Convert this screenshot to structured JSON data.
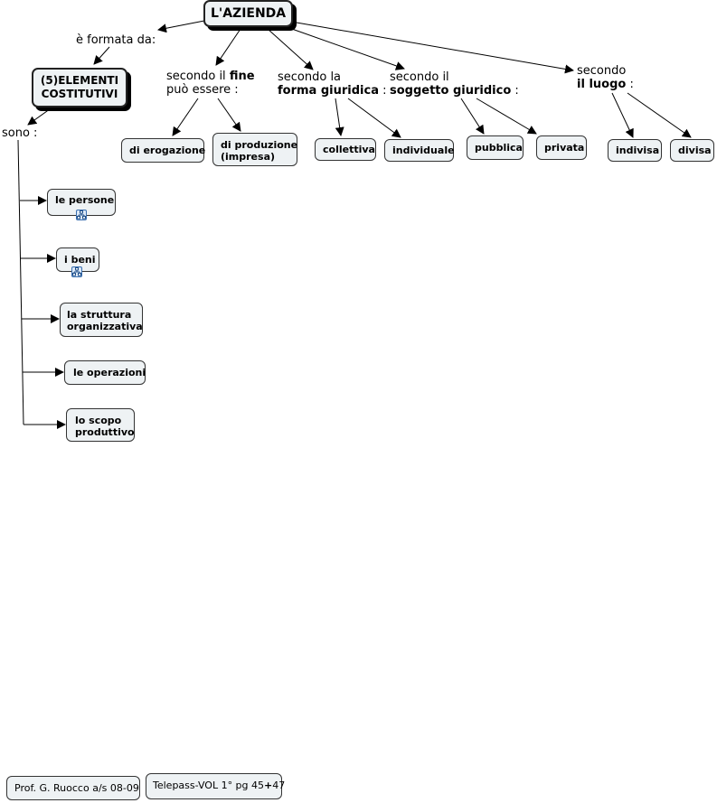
{
  "root": {
    "label": "L'AZIENDA"
  },
  "elements_branch": {
    "link_label": "è formata da:",
    "node_line1": "(5)ELEMENTI",
    "node_line2": "COSTITUTIVI",
    "sub_link_label": "sono :",
    "items": [
      {
        "line1": "le persone",
        "line2": "",
        "has_submap": true
      },
      {
        "line1": "i beni",
        "line2": "",
        "has_submap": true
      },
      {
        "line1": "la struttura",
        "line2": "organizzativa",
        "has_submap": false
      },
      {
        "line1": "le operazioni",
        "line2": "",
        "has_submap": false
      },
      {
        "line1": "lo scopo",
        "line2": "produttivo",
        "has_submap": false
      }
    ]
  },
  "classifications": [
    {
      "prefix": "secondo il ",
      "bold": "fine",
      "line2": "può essere :",
      "line2_bold": "",
      "line2_suffix": "",
      "children": [
        {
          "line1": "di erogazione",
          "line2": ""
        },
        {
          "line1": "di produzione",
          "line2": "(impresa)"
        }
      ]
    },
    {
      "prefix": "secondo la",
      "bold": "",
      "line2": "",
      "line2_bold": "forma giuridica",
      "line2_suffix": " :",
      "children": [
        {
          "line1": "collettiva",
          "line2": ""
        },
        {
          "line1": "individuale",
          "line2": ""
        }
      ]
    },
    {
      "prefix": "secondo il",
      "bold": "",
      "line2": "",
      "line2_bold": "soggetto giuridico",
      "line2_suffix": " :",
      "children": [
        {
          "line1": "pubblica",
          "line2": ""
        },
        {
          "line1": "privata",
          "line2": ""
        }
      ]
    },
    {
      "prefix": "secondo",
      "bold": "",
      "line2": "",
      "line2_bold": "il luogo",
      "line2_suffix": " :",
      "children": [
        {
          "line1": "indivisa",
          "line2": ""
        },
        {
          "line1": "divisa",
          "line2": ""
        }
      ]
    }
  ],
  "footer": {
    "author": "Prof. G. Ruocco a/s 08-09",
    "reference_prefix": "Telepass-VOL 1° pg 45",
    "reference_plus": "+",
    "reference_suffix": "47"
  },
  "icons": {
    "submap": "concept-map-icon"
  },
  "colors": {
    "node_fill": "#eef2f4",
    "node_border": "#333333",
    "shadow": "#000000",
    "submap_icon": "#3a6fb0"
  }
}
